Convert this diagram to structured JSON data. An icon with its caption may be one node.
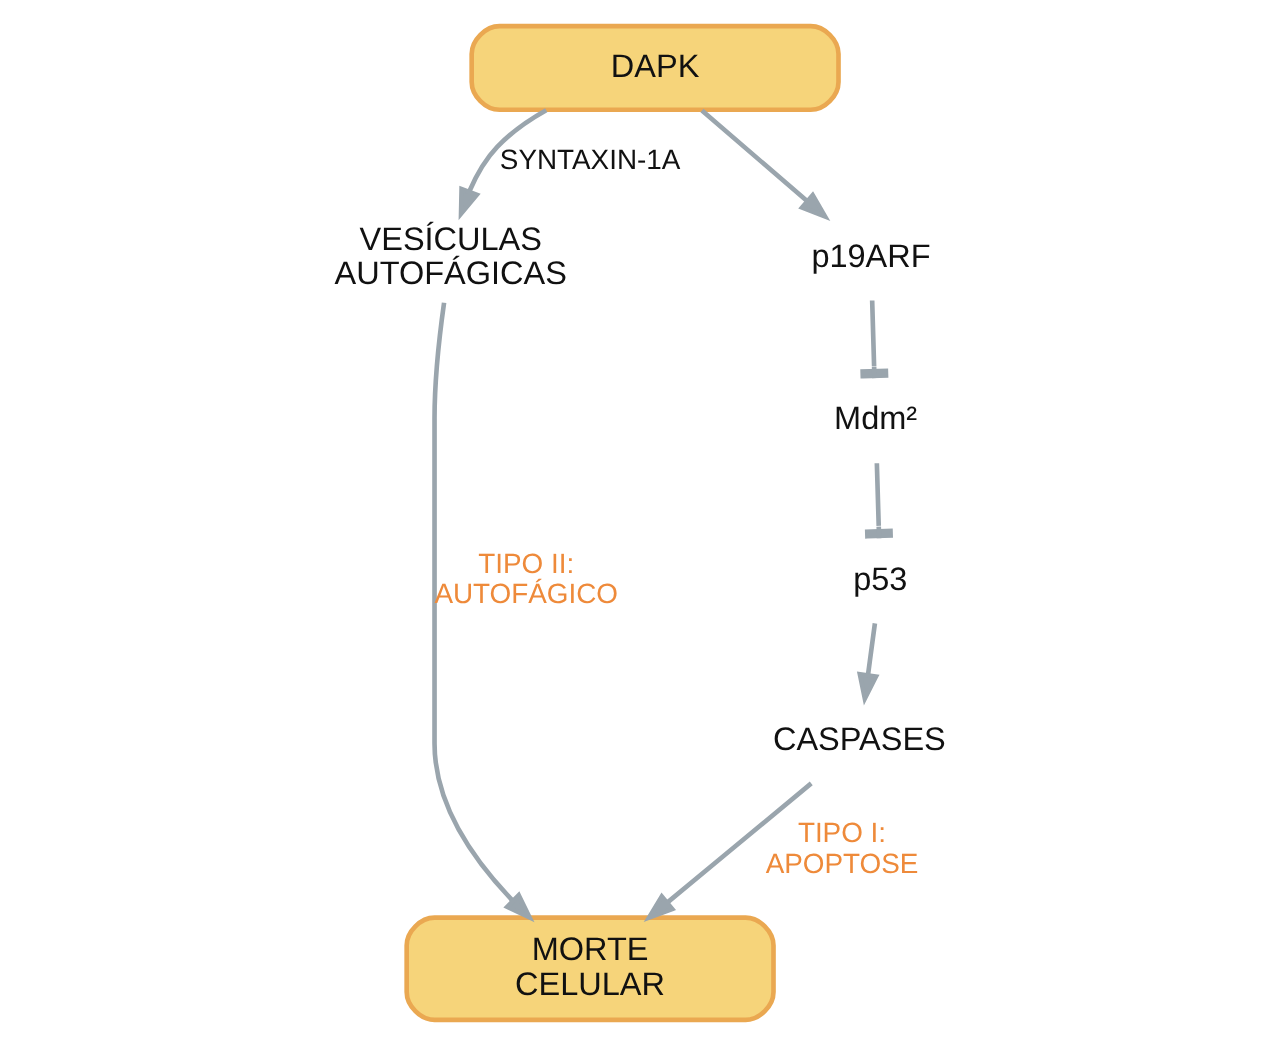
{
  "diagram": {
    "nodes": [
      {
        "text": [
          "DAPK"
        ]
      },
      {
        "text": [
          "VESÍCULAS AUTOFÁGICAS"
        ]
      },
      {
        "text": [
          "p19ARF"
        ]
      },
      {
        "text": [
          "Mdm²"
        ]
      },
      {
        "text": [
          "p53"
        ]
      },
      {
        "text": [
          "CASPASES"
        ]
      },
      {
        "text": [
          "MORTE CELULAR"
        ]
      }
    ],
    "edges": [
      {
        "from": 0,
        "to": 1,
        "arrow": "to",
        "label": "SYNTAXIN-1A"
      },
      {
        "from": 0,
        "to": 2,
        "arrow": "to"
      },
      {
        "from": 2,
        "to": 3,
        "arrow": "other"
      },
      {
        "from": 3,
        "to": 4,
        "arrow": "other"
      },
      {
        "from": 4,
        "to": 5,
        "arrow": "to"
      },
      {
        "from": 1,
        "to": 6,
        "arrow": "to",
        "label": "TIPO II: AUTOFÁGICO"
      },
      {
        "from": 5,
        "to": 6,
        "arrow": "to",
        "label": "TIPO I: APOPTOSE"
      }
    ]
  }
}
